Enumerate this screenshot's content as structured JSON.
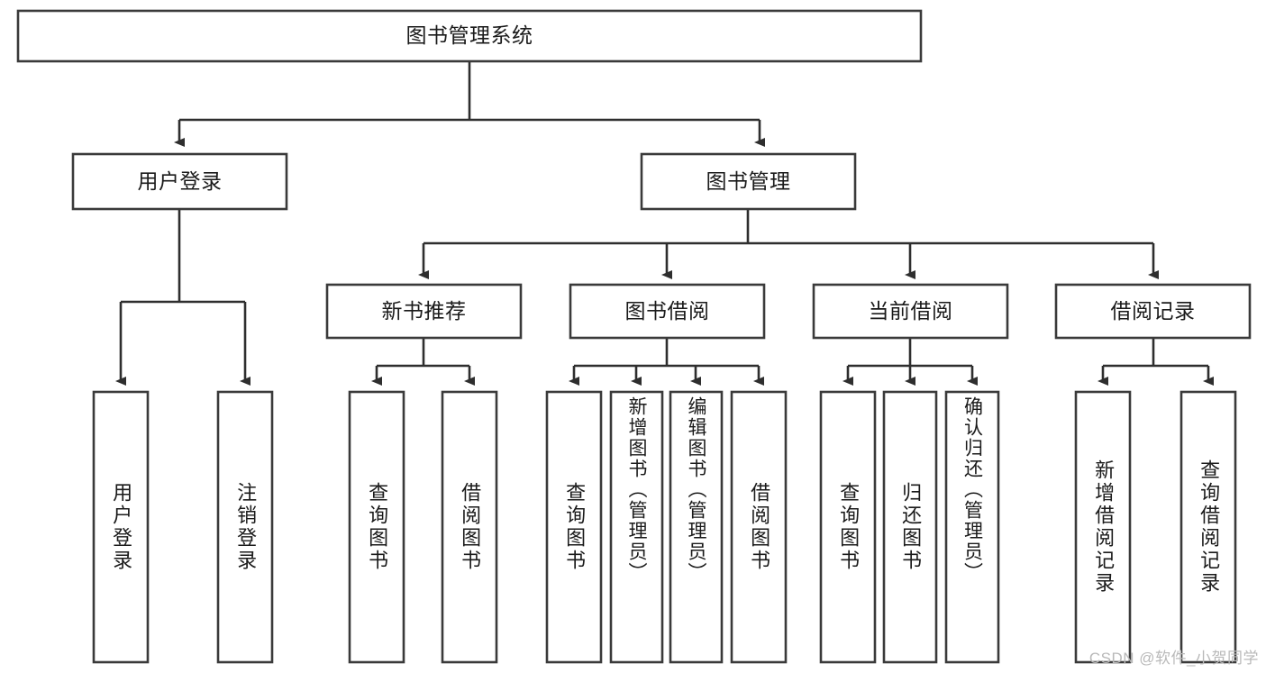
{
  "diagram": {
    "type": "tree-hierarchy-chart",
    "title_node": {
      "label": "图书管理系统"
    },
    "level2": [
      {
        "id": "user-login",
        "label": "用户登录"
      },
      {
        "id": "book-management",
        "label": "图书管理"
      }
    ],
    "level3": [
      {
        "id": "new-book-recommend",
        "label": "新书推荐"
      },
      {
        "id": "book-borrow",
        "label": "图书借阅"
      },
      {
        "id": "current-borrow",
        "label": "当前借阅"
      },
      {
        "id": "borrow-record",
        "label": "借阅记录"
      }
    ],
    "leaves": {
      "user_login": [
        {
          "id": "leaf-user-login",
          "label": "用户登录"
        },
        {
          "id": "leaf-logout-login",
          "label": "注销登录"
        }
      ],
      "new_book_recommend": [
        {
          "id": "leaf-query-book-1",
          "label": "查询图书"
        },
        {
          "id": "leaf-borrow-book-1",
          "label": "借阅图书"
        }
      ],
      "book_borrow": [
        {
          "id": "leaf-query-book-2",
          "label": "查询图书"
        },
        {
          "id": "leaf-add-book",
          "label": "新增图书（管理员）"
        },
        {
          "id": "leaf-edit-book",
          "label": "编辑图书（管理员）"
        },
        {
          "id": "leaf-borrow-book-2",
          "label": "借阅图书"
        }
      ],
      "current_borrow": [
        {
          "id": "leaf-query-book-3",
          "label": "查询图书"
        },
        {
          "id": "leaf-return-book",
          "label": "归还图书"
        },
        {
          "id": "leaf-confirm-return",
          "label": "确认归还（管理员）"
        }
      ],
      "borrow_record": [
        {
          "id": "leaf-add-record",
          "label": "新增借阅记录"
        },
        {
          "id": "leaf-query-record",
          "label": "查询借阅记录"
        }
      ]
    },
    "watermark": "CSDN @软件_小贺同学",
    "colors": {
      "background": "#ffffff",
      "box_fill": "#ffffff",
      "box_stroke": "#3a3a3a",
      "connector": "#2e2e2e",
      "text": "#1a1a1a",
      "watermark": "#b9b9b9"
    }
  }
}
